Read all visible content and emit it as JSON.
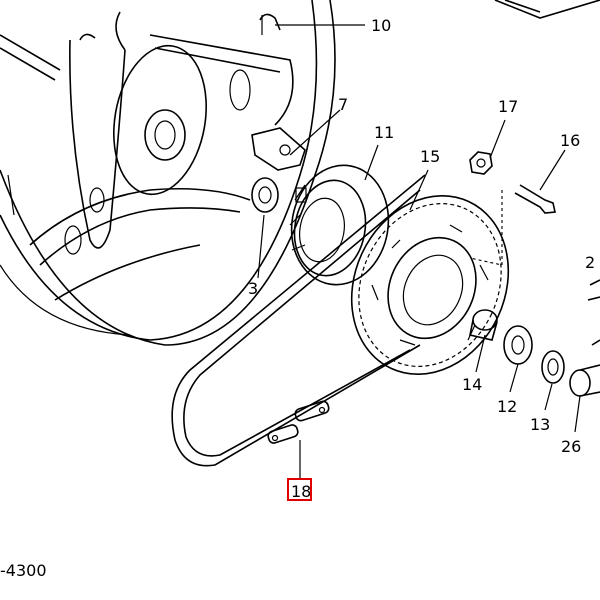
{
  "callouts": [
    {
      "id": "10",
      "text": "10"
    },
    {
      "id": "7",
      "text": "7"
    },
    {
      "id": "11",
      "text": "11"
    },
    {
      "id": "17",
      "text": "17"
    },
    {
      "id": "16",
      "text": "16"
    },
    {
      "id": "15",
      "text": "15"
    },
    {
      "id": "2",
      "text": "2"
    },
    {
      "id": "3",
      "text": "3"
    },
    {
      "id": "14",
      "text": "14"
    },
    {
      "id": "12",
      "text": "12"
    },
    {
      "id": "13",
      "text": "13"
    },
    {
      "id": "26",
      "text": "26"
    },
    {
      "id": "18",
      "text": "18"
    }
  ],
  "part_code": "-4300",
  "highlight": {
    "target": "18",
    "color": "#e00000"
  }
}
